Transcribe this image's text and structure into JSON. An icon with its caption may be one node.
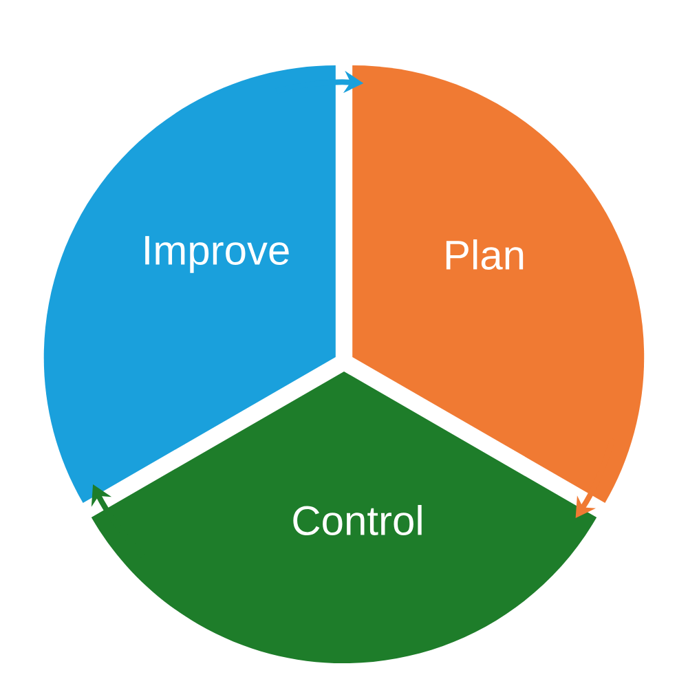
{
  "diagram": {
    "nodes": [
      {
        "text": [
          "Plan"
        ]
      },
      {
        "text": [
          "Control"
        ]
      },
      {
        "text": [
          "Improve"
        ]
      }
    ],
    "edges": [
      {
        "from": 2,
        "to": 0,
        "arrow": "to",
        "color": "#1aa0dc"
      },
      {
        "from": 0,
        "to": 1,
        "arrow": "to",
        "color": "#f07a33"
      },
      {
        "from": 1,
        "to": 2,
        "arrow": "to",
        "color": "#1e7d2a"
      }
    ]
  }
}
